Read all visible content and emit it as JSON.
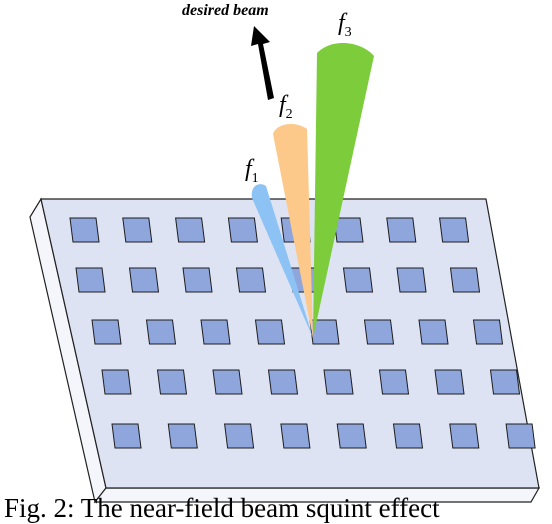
{
  "labels": {
    "desired_beam": "desired beam",
    "f1": {
      "letter": "f",
      "sub": "1"
    },
    "f2": {
      "letter": "f",
      "sub": "2"
    },
    "f3": {
      "letter": "f",
      "sub": "3"
    }
  },
  "caption": "Fig. 2: The near-field beam squint effect",
  "colors": {
    "board_face": "#dde3f2",
    "board_edge": "#f4f6fb",
    "element_fill": "#8ea6dc",
    "beam_f1": "#8cc2f4",
    "beam_f2": "#fcc98a",
    "beam_f3": "#7ccc3c",
    "arrow": "#000000"
  },
  "array": {
    "rows": 5,
    "columns": 8
  }
}
